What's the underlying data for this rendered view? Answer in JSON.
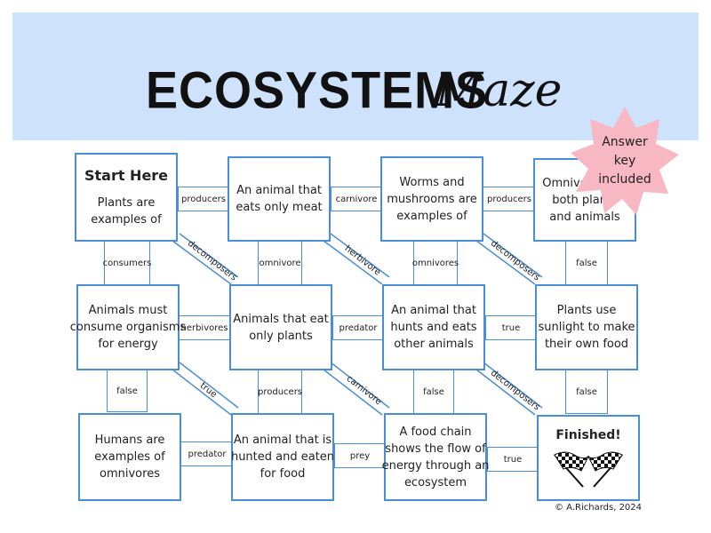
{
  "header": {
    "title_main": "ECOSYSTEMS",
    "title_script": "Maze"
  },
  "badge": {
    "line1": "Answer",
    "line2": "key",
    "line3": "included"
  },
  "boxes": {
    "start_heading": "Start Here",
    "start_l1": "Plants are",
    "start_l2": "examples of",
    "b2_l1": "An animal that",
    "b2_l2": "eats only meat",
    "b3_l1": "Worms and",
    "b3_l2": "mushrooms are",
    "b3_l3": "examples of",
    "b4_l1": "Omnivores eat",
    "b4_l2": "both plants",
    "b4_l3": "and animals",
    "b5_l1": "Animals must",
    "b5_l2": "consume organisms",
    "b5_l3": "for energy",
    "b6_l1": "Animals that eat",
    "b6_l2": "only plants",
    "b7_l1": "An animal that",
    "b7_l2": "hunts and eats",
    "b7_l3": "other animals",
    "b8_l1": "Plants use",
    "b8_l2": "sunlight to make",
    "b8_l3": "their own food",
    "b9_l1": "Humans are",
    "b9_l2": "examples of",
    "b9_l3": "omnivores",
    "b10_l1": "An animal that is",
    "b10_l2": "hunted and eaten",
    "b10_l3": "for food",
    "b11_l1": "A food chain",
    "b11_l2": "shows the flow of",
    "b11_l3": "energy through an",
    "b11_l4": "ecosystem",
    "finish_heading": "Finished!"
  },
  "connectors": {
    "h_r1_1": "producers",
    "h_r1_2": "carnivore",
    "h_r1_3": "producers",
    "h_r2_1": "herbivores",
    "h_r2_2": "predator",
    "h_r2_3": "true",
    "h_r3_1": "predator",
    "h_r3_2": "prey",
    "h_r3_3": "true",
    "v_r1_1": "consumers",
    "v_r1_2": "omnivore",
    "v_r1_3": "omnivores",
    "v_r1_4": "false",
    "v_r2_1": "false",
    "v_r2_2": "producers",
    "v_r2_3": "false",
    "v_r2_4": "false",
    "d_1": "decomposers",
    "d_2": "herbivore",
    "d_3": "decomposers",
    "d_4": "true",
    "d_5": "carnivore",
    "d_6": "decomposers"
  },
  "footer": {
    "copyright": "© A.Richards, 2024"
  },
  "colors": {
    "banner": "#cfe2fb",
    "box_border": "#4a8fd6",
    "badge": "#f7b7c3"
  },
  "icons": {
    "finish": "checkered-flags-icon"
  }
}
